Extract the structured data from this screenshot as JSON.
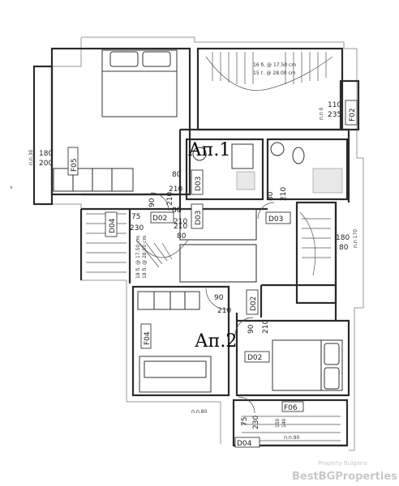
{
  "apartments": {
    "ap1": "Ап.1",
    "ap2": "Ап.2"
  },
  "window_tags": {
    "f02": "F02",
    "f04": "F04",
    "f05": "F05",
    "f06": "F06"
  },
  "door_tags": {
    "d02_a": "D02",
    "d02_b": "D02",
    "d02_c": "D02",
    "d03_a": "D03",
    "d03_b": "D03",
    "d03_c": "D03",
    "d04_a": "D04",
    "d04_b": "D04"
  },
  "dimensions": {
    "n180": "180",
    "n200": "200",
    "pp30": "п.п.30",
    "n110": "110",
    "n235": "235",
    "pp0": "п.п 0",
    "n80a": "80",
    "n210a": "210",
    "n80b": "80",
    "n210b": "210",
    "n90a": "90",
    "n210c": "210",
    "n80c": "80",
    "n210d": "210",
    "n75a": "75",
    "n230a": "230",
    "n80d": "80",
    "n210e": "210",
    "n180b": "180",
    "pp170": "п.п 170",
    "n80e": "80",
    "n90b": "90",
    "n210f": "210",
    "n90c": "90",
    "n210g": "210",
    "pp80": "п.п.80",
    "n75b": "75",
    "n230b": "230",
    "n150": "150",
    "n140": "140",
    "pp90": "п.п.90",
    "stair_note_a": "16 б. @ 17.50 cm",
    "stair_note_b": "15 г. @ 28.00 cm",
    "stair_note_c": "18 б. @ 17.50 cm",
    "stair_note_d": "18 б. @ 28.00 cm"
  },
  "watermark": {
    "line1": "Property Bulgaria",
    "line2": "BestBGProperties"
  },
  "margin_mark": "›"
}
